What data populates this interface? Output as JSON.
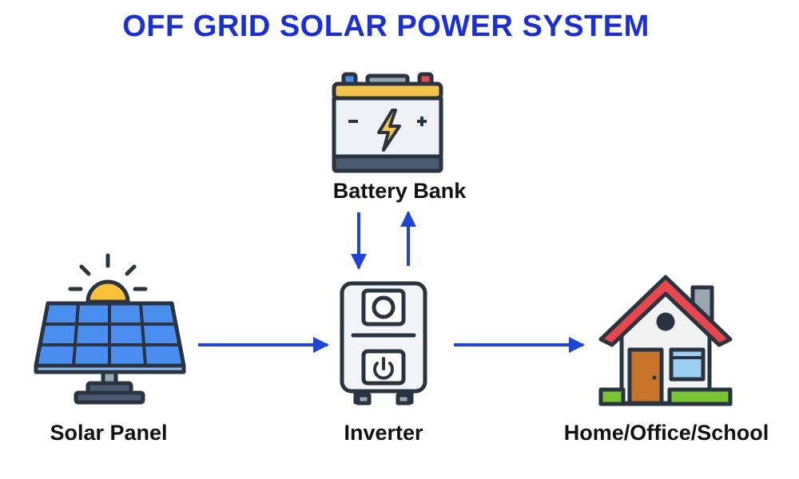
{
  "title": "OFF GRID SOLAR POWER SYSTEM",
  "nodes": {
    "battery": {
      "label": "Battery Bank",
      "icon": "battery-icon"
    },
    "solar": {
      "label": "Solar Panel",
      "icon": "solar-panel-icon"
    },
    "inverter": {
      "label": "Inverter",
      "icon": "inverter-icon"
    },
    "home": {
      "label": "Home/Office/School",
      "icon": "house-icon"
    }
  },
  "colors": {
    "title": "#1a2fd6",
    "arrow": "#1f44d6",
    "outline": "#2a3440",
    "battery_body": "#eef1f6",
    "battery_top": "#f5c54b",
    "battery_base": "#4a5a70",
    "bolt": "#f5c54b",
    "panel_cell": "#4a8ff0",
    "panel_cell_light": "#8ec0f8",
    "sun": "#f7c23a",
    "roof": "#e8474e",
    "wall": "#f2f2f2",
    "door": "#c8742a",
    "window": "#9bd0f2",
    "grass": "#79c534",
    "chimney": "#9aa7b0"
  }
}
